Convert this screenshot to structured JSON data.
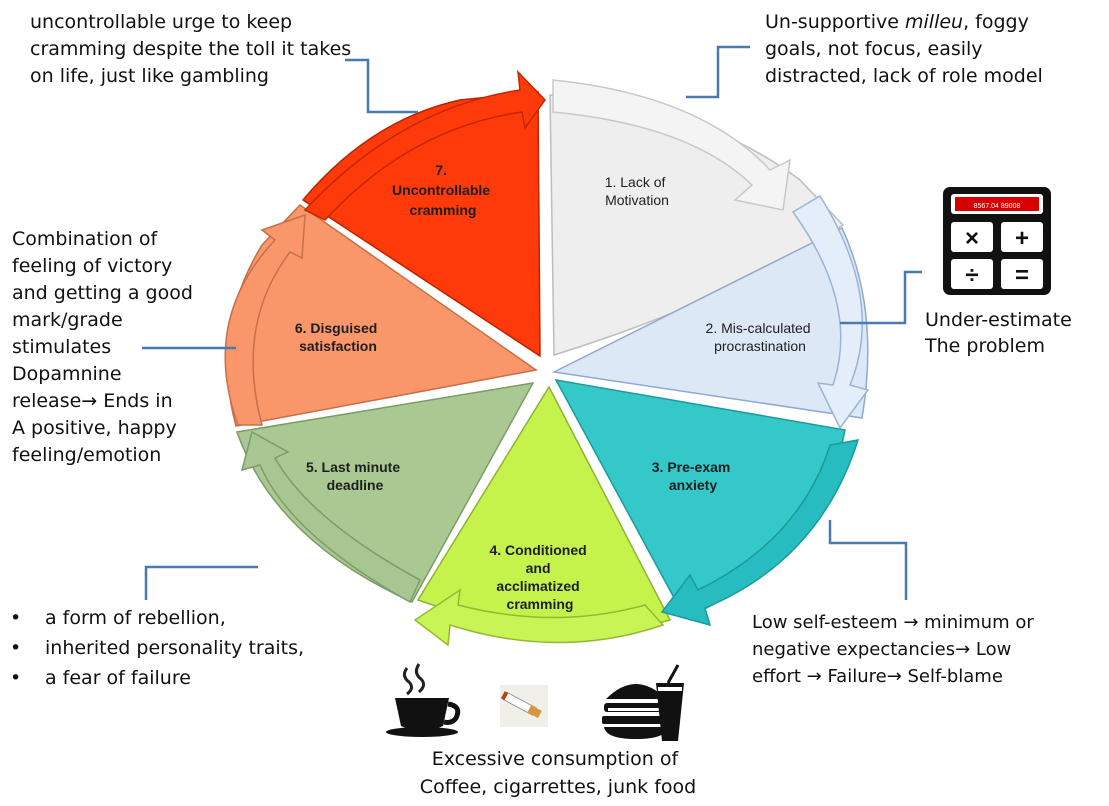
{
  "stages": [
    {
      "id": 1,
      "label_lines": [
        "1. Lack of",
        "Motivation"
      ],
      "color": "#eeeeee",
      "arrow_color": "#f4f4f4",
      "arrow_stroke": "#c8c8c8"
    },
    {
      "id": 2,
      "label_lines": [
        "2. Mis-calculated",
        "procrastination"
      ],
      "color": "#dde8f6",
      "arrow_color": "#e4eefa",
      "arrow_stroke": "#9bb4d4"
    },
    {
      "id": 3,
      "label_lines": [
        "3. Pre-exam",
        "anxiety"
      ],
      "color": "#35c8c8",
      "arrow_color": "#27bcbf",
      "arrow_stroke": "#1b9a9c"
    },
    {
      "id": 4,
      "label_lines": [
        "4. Conditioned",
        "and",
        "acclimatized",
        "cramming"
      ],
      "color": "#c6f24c",
      "arrow_color": "#c9f455",
      "arrow_stroke": "#94b833"
    },
    {
      "id": 5,
      "label_lines": [
        "5. Last minute",
        "deadline"
      ],
      "color": "#aac992",
      "arrow_color": "#a8c691",
      "arrow_stroke": "#7e9b6a"
    },
    {
      "id": 6,
      "label_lines": [
        "6. Disguised",
        "satisfaction"
      ],
      "color": "#f9976a",
      "arrow_color": "#f9976a",
      "arrow_stroke": "#c8704a"
    },
    {
      "id": 7,
      "label_lines": [
        "7.",
        "Uncontrollable",
        "cramming"
      ],
      "color": "#ff3a0a",
      "arrow_color": "#ff3a0a",
      "arrow_stroke": "#c42600"
    }
  ],
  "annotations": {
    "top_left": [
      "uncontrollable urge to keep",
      "cramming despite the toll it takes",
      "on life, just like gambling"
    ],
    "top_right_line1_prefix": "Un-supportive ",
    "top_right_line1_italic": "milleu",
    "top_right_line1_suffix": ", foggy",
    "top_right_rest": [
      "goals, not focus, easily",
      "distracted, lack of role model"
    ],
    "right": [
      "Under-estimate",
      "The problem"
    ],
    "left": [
      "Combination of",
      "feeling of victory",
      "and getting a good",
      "mark/grade",
      "stimulates",
      "Dopamnine",
      "release→ Ends in",
      "A positive, happy",
      "feeling/emotion"
    ],
    "bottom_left_bullets": [
      "a form of rebellion,",
      "inherited personality traits,",
      "a fear of failure"
    ],
    "bottom_right": [
      "Low self-esteem → minimum or",
      "negative expectancies→ Low",
      "effort → Failure→ Self-blame"
    ],
    "bottom_center": [
      "Excessive consumption of",
      "Coffee, cigarrettes, junk food"
    ]
  },
  "icons": {
    "calculator": {
      "name": "calculator-icon",
      "display_text": "8567.04 89008",
      "symbols": [
        "×",
        "+",
        "÷",
        "="
      ]
    },
    "coffee": "coffee-cup-icon",
    "cigarette": "cigarette-icon",
    "fastfood": "burger-drink-icon"
  }
}
